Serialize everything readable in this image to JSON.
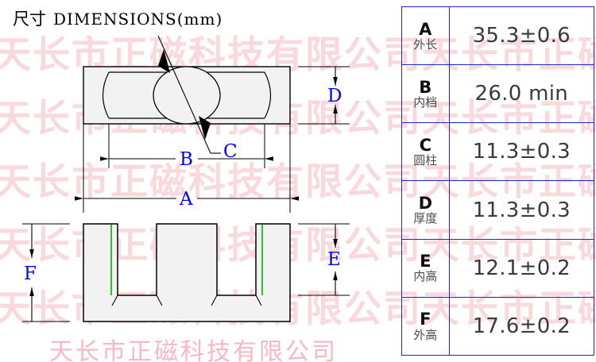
{
  "title": {
    "chinese": "尺寸",
    "english": "DIMENSIONS(mm)"
  },
  "watermark": {
    "text": "天长市正磁科技有限公司",
    "repeated": "天长市正磁科技有限公司天长市正磁科技有限公司",
    "color": "#f9d9dc"
  },
  "company_line": {
    "text": "天长市正磁科技有限公司",
    "color": "#f7b8c4"
  },
  "drawing": {
    "top_view_labels": {
      "A": "A",
      "B": "B",
      "C": "C",
      "D": "D"
    },
    "bottom_view_labels": {
      "E": "E",
      "F": "F"
    },
    "label_color": "#0000ff",
    "outline_color": "#000000",
    "accent_color": "#00b400",
    "fill_color": "#f2f2f2"
  },
  "table": {
    "border_color": "#2222dd",
    "rows": [
      {
        "letter": "A",
        "cn": "外长",
        "value": "35.3±0.6"
      },
      {
        "letter": "B",
        "cn": "内档",
        "value": "26.0 min"
      },
      {
        "letter": "C",
        "cn": "圆柱",
        "value": "11.3±0.3"
      },
      {
        "letter": "D",
        "cn": "厚度",
        "value": "11.3±0.3"
      },
      {
        "letter": "E",
        "cn": "内高",
        "value": "12.1±0.2"
      },
      {
        "letter": "F",
        "cn": "外高",
        "value": "17.6±0.2"
      }
    ]
  }
}
